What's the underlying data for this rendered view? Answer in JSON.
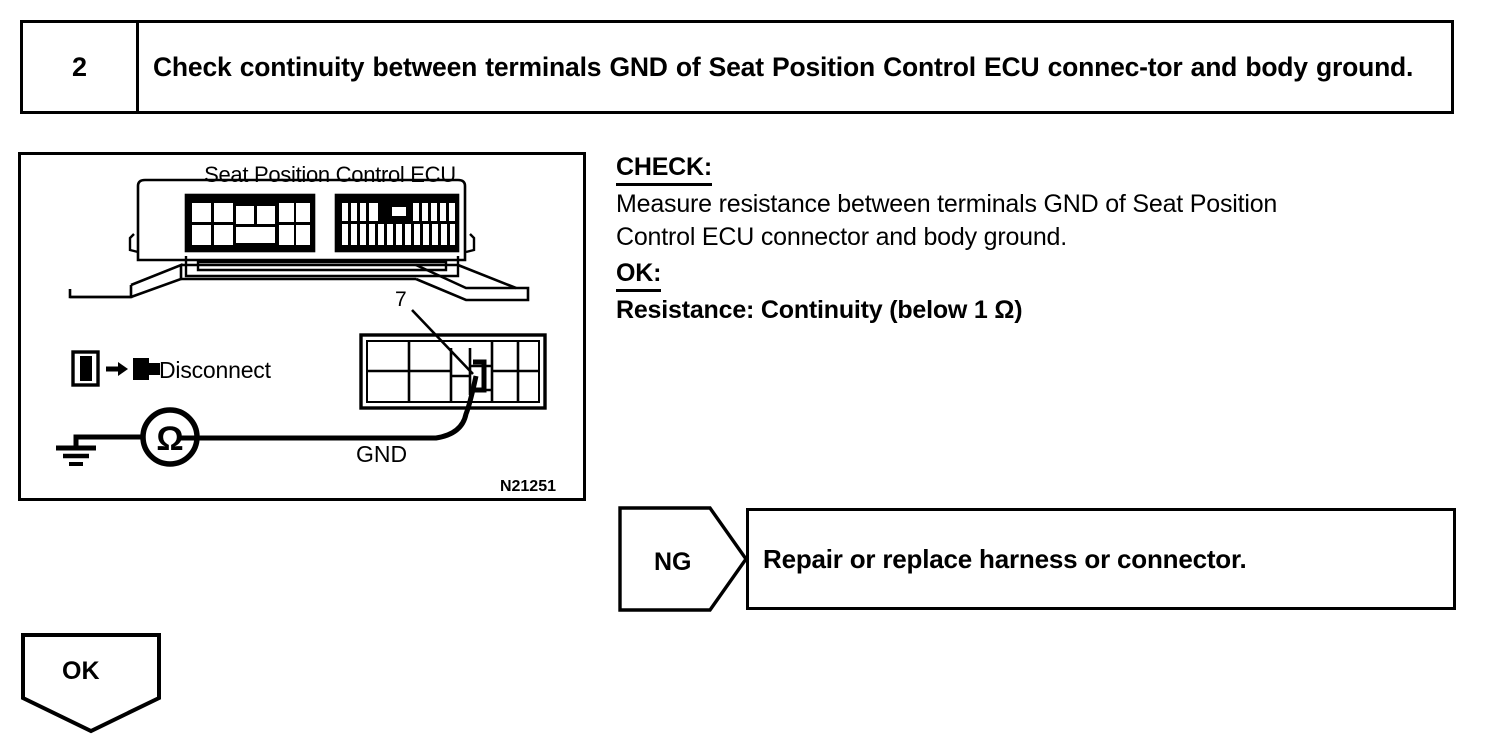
{
  "step": {
    "number": "2",
    "title": "Check continuity between terminals GND of Seat Position Control ECU connec-tor and body ground."
  },
  "figure": {
    "caption": "Seat Position Control ECU",
    "code": "N21251",
    "disconnect_label": "Disconnect",
    "ground_label": "GND",
    "terminal_callout": "7",
    "ohm_symbol": "Ω",
    "icons": {
      "disconnect": "disconnect-icon",
      "ohmmeter": "ohmmeter-icon",
      "body_ground": "body-ground-icon"
    }
  },
  "check": {
    "check_heading": "CHECK:",
    "check_body_line1": "Measure resistance between terminals GND of Seat Position",
    "check_body_line2": "Control ECU connector and body ground.",
    "ok_heading": "OK:",
    "spec": "Resistance: Continuity (below 1 Ω)"
  },
  "results": {
    "ng_label": "NG",
    "ng_action": "Repair or replace harness or connector.",
    "ok_label": "OK"
  },
  "colors": {
    "ink": "#000000",
    "paper": "#ffffff"
  }
}
